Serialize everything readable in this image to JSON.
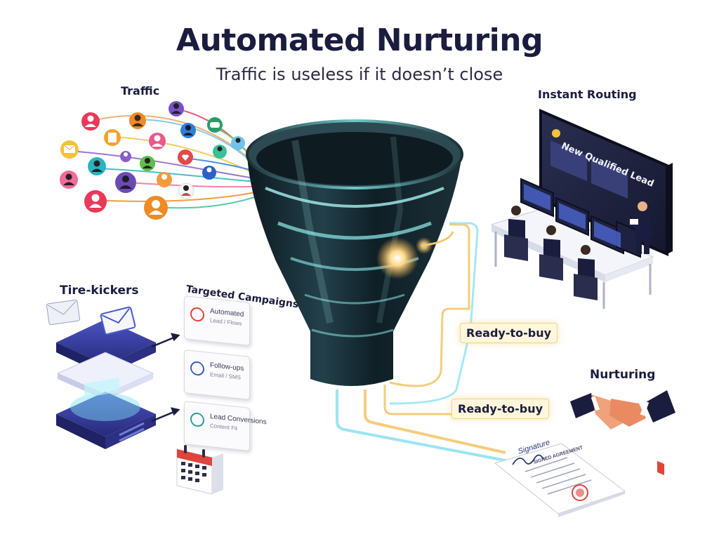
{
  "header": {
    "title": "Automated Nurturing",
    "subtitle": "Traffic is useless if it doesn’t close"
  },
  "labels": {
    "traffic": "Traffic",
    "instant_routing": "Instant Routing",
    "tire_kickers": "Tire-kickers",
    "targeted_campaigns": "Targeted Campaigns",
    "nurturing": "Nurturing",
    "ready_to_buy_1": "Ready-to-buy",
    "ready_to_buy_2": "Ready-to-buy"
  },
  "monitor": {
    "headline": "New Qualified Lead"
  },
  "campaign_cards": [
    {
      "line1": "Automated",
      "line2": "Lead / Flows",
      "icon": "alert-icon",
      "color": "#e0443a"
    },
    {
      "line1": "Follow-ups",
      "line2": "Email / SMS",
      "icon": "arrow-icon",
      "color": "#3f5fb8"
    },
    {
      "line1": "Lead Conversions",
      "line2": "Content Fit",
      "icon": "clock-icon",
      "color": "#2f9e95"
    }
  ],
  "contract": {
    "heading": "Signature",
    "subheading": "SIGNED AGREEMENT"
  },
  "colors": {
    "title": "#1b1d3f",
    "funnel_dark": "#16262e",
    "funnel_glass": "#7fd6d4",
    "flow_gold": "#f3c86e",
    "flow_cyan": "#8fe2f0",
    "server_blue": "#3a3d9e",
    "badge_bg": "#fff6dc"
  },
  "traffic_avatars": [
    {
      "color": "#e8395a",
      "icon": "person-icon"
    },
    {
      "color": "#f08a24",
      "icon": "person-icon"
    },
    {
      "color": "#2bb3c0",
      "icon": "person-icon"
    },
    {
      "color": "#7b4fc9",
      "icon": "person-icon"
    },
    {
      "color": "#f1a32b",
      "icon": "document-icon"
    },
    {
      "color": "#2a9c6a",
      "icon": "chat-icon"
    },
    {
      "color": "#3b6fd3",
      "icon": "person-icon"
    },
    {
      "color": "#e85a8a",
      "icon": "person-icon"
    },
    {
      "color": "#f3c23a",
      "icon": "mail-icon"
    },
    {
      "color": "#5cbf4b",
      "icon": "person-icon"
    },
    {
      "color": "#6ec3e8",
      "icon": "person-icon"
    },
    {
      "color": "#e04a4a",
      "icon": "heart-icon"
    },
    {
      "color": "#8a5cc9",
      "icon": "person-icon"
    },
    {
      "color": "#f06b9a",
      "icon": "person-icon"
    },
    {
      "color": "#2f7ed8",
      "icon": "person-icon"
    },
    {
      "color": "#f39a3a",
      "icon": "person-icon"
    },
    {
      "color": "#3bbf9a",
      "icon": "person-icon"
    },
    {
      "color": "#c94fa3",
      "icon": "person-icon"
    }
  ]
}
